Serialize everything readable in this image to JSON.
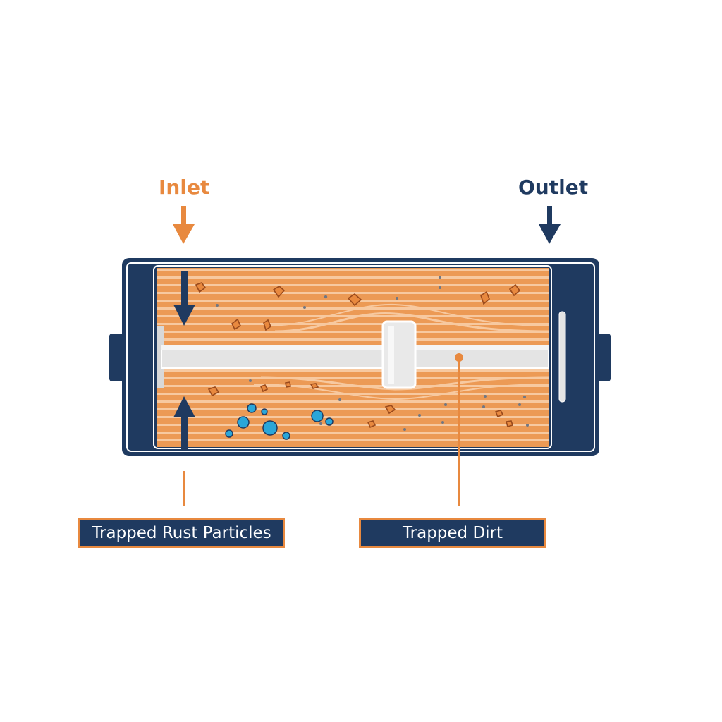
{
  "labels": {
    "inlet": "Inlet",
    "outlet": "Outlet",
    "rust": "Trapped Rust Particles",
    "dirt": "Trapped Dirt"
  },
  "colors": {
    "navy": "#1f3a60",
    "orange": "#e8893f",
    "media": "#ec9a55",
    "media_stripe": "#f7c9a0",
    "tube": "#e4e4e4",
    "water": "#2aa6d9"
  }
}
